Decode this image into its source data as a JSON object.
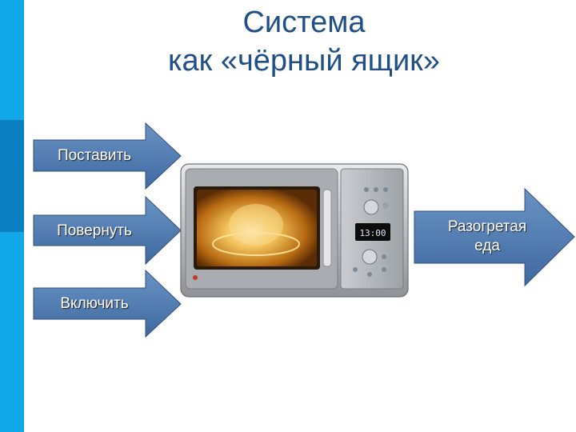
{
  "title": {
    "line1": "Система",
    "line2": "как «чёрный ящик»"
  },
  "inputs": [
    {
      "label": "Поставить"
    },
    {
      "label": "Повернуть"
    },
    {
      "label": "Включить"
    }
  ],
  "output": {
    "line1": "Разогретая",
    "line2": "еда"
  },
  "system": {
    "icon": "microwave-oven",
    "display_time": "13:00"
  },
  "colors": {
    "accent_light": "#12a7e6",
    "accent_dark": "#0a7fc0",
    "title_text": "#1f4f86",
    "arrow_fill": "#4f78ad"
  }
}
